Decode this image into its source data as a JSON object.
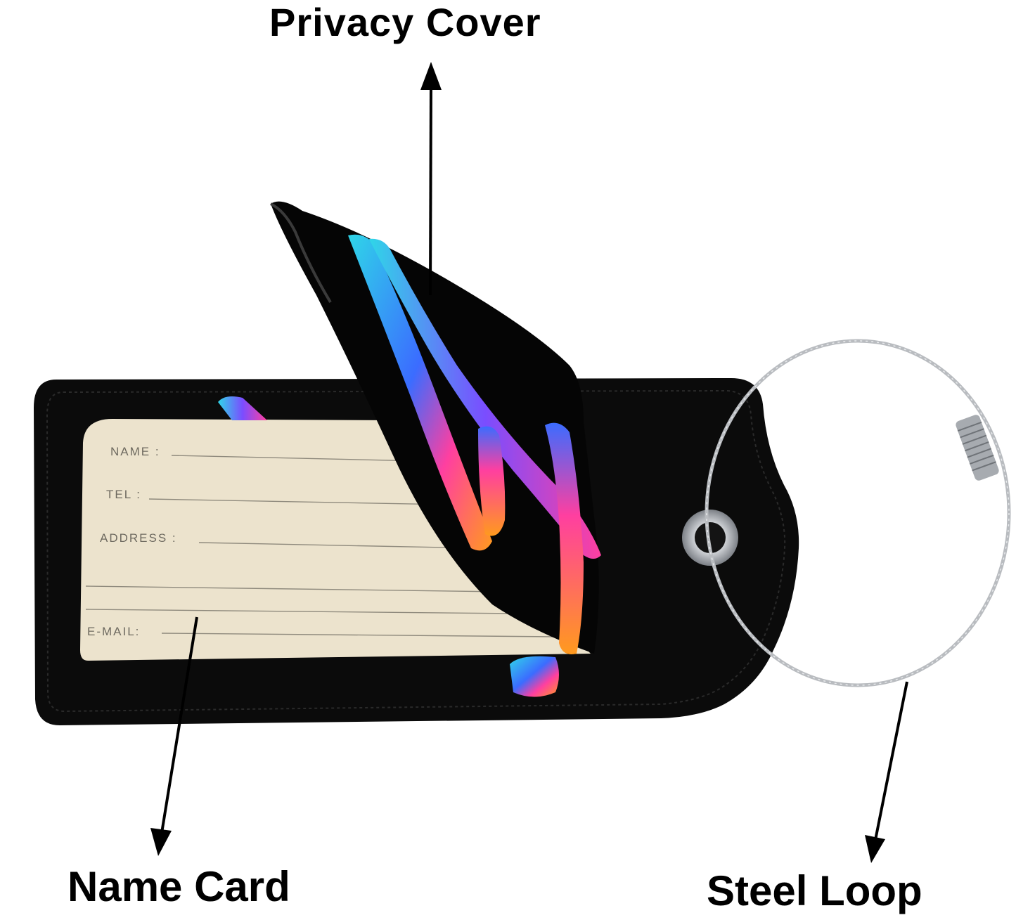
{
  "callouts": {
    "privacy_cover": "Privacy Cover",
    "name_card": "Name Card",
    "steel_loop": "Steel Loop"
  },
  "card_fields": {
    "name": "NAME :",
    "tel": "TEL :",
    "address": "ADDRESS :",
    "email": "E-MAIL:"
  },
  "colors": {
    "leather": "#0b0b0b",
    "card": "#ece3cd",
    "steel": "#b9bcc0",
    "arrow": "#000000",
    "stripe_cyan": "#2fd6e8",
    "stripe_pink": "#ff3fa0",
    "stripe_orange": "#ff9a1e",
    "stripe_blue": "#3b6cff"
  }
}
